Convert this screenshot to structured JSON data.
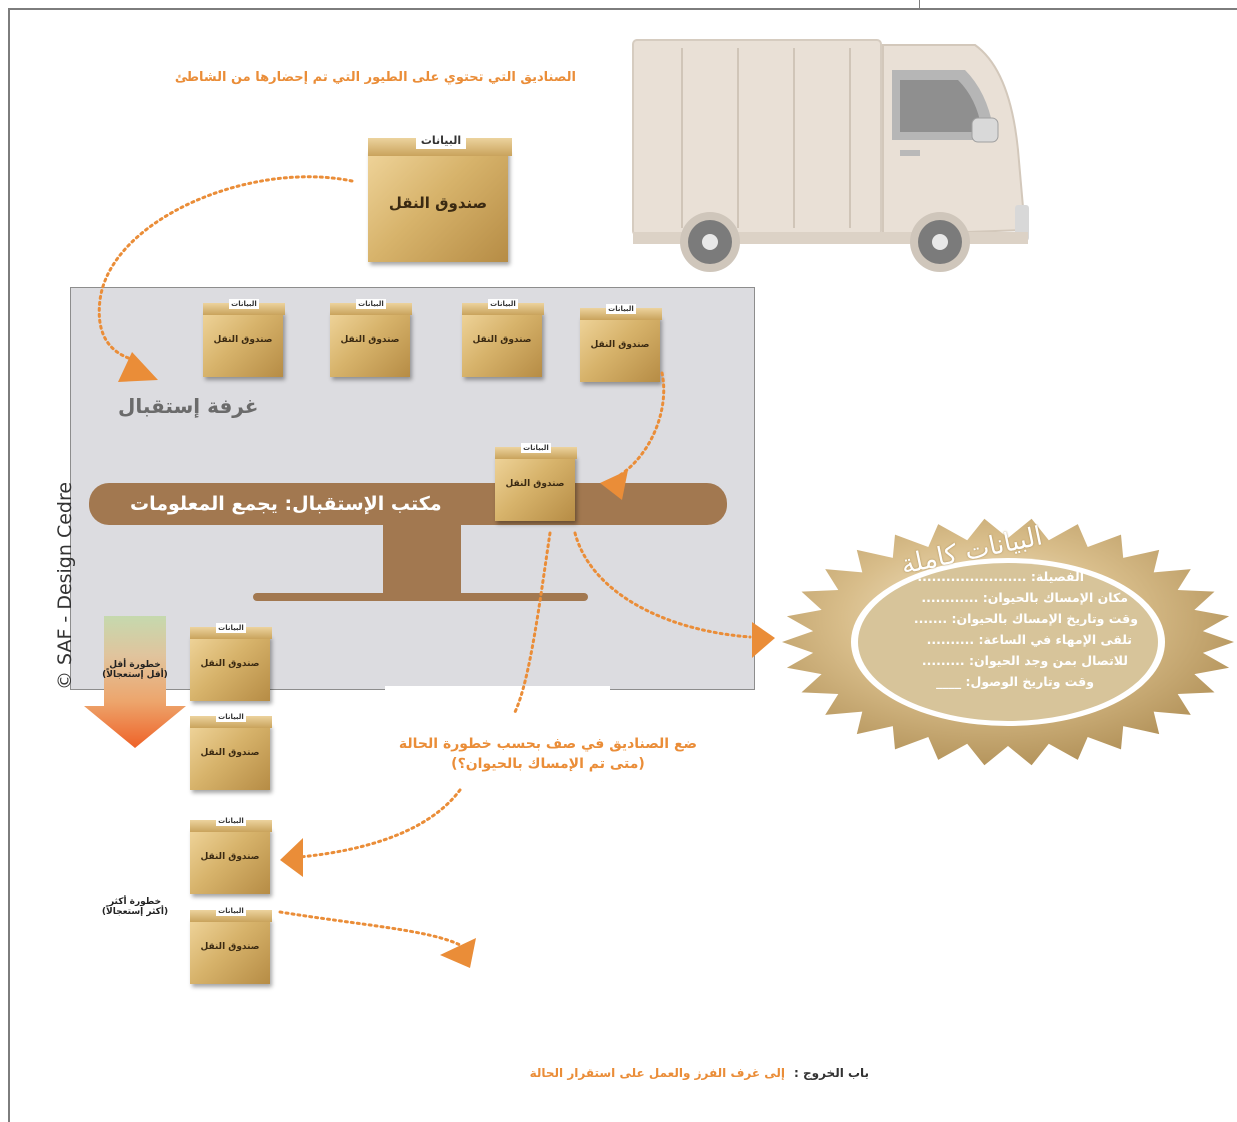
{
  "title": "الصناديق التي تحتوي على الطيور التي تم إحضارها من الشاطئ",
  "box_label": "صندوق النقل",
  "box_tag": "البيانات",
  "reception_room": "غرفة إستقبال",
  "reception_desk": "مكتب الإستقبال: يجمع المعلومات",
  "sort_note_line1": "ضع الصناديق في صف بحسب خطورة الحالة",
  "sort_note_line2": "(متى تم الإمساك بالحيوان؟)",
  "low_risk_line1": "خطورة أقل",
  "low_risk_line2": "(أقل إستعجالاً)",
  "high_risk_line1": "خطورة أكثر",
  "high_risk_line2": "(أكثر إستعجالاً)",
  "exit_label": "باب الخروج :",
  "exit_text": "إلى غرف الفرز والعمل على استقرار الحالة",
  "seal": {
    "title": "البيانات كاملة",
    "lines": [
      "الفصيلة: .......................",
      "مكان الإمساك بالحيوان: ............",
      "وقت وتاريخ الإمساك بالحيوان: .......",
      "تلقى الإمهاء في الساعة: ..........",
      "للاتصال بمن وجد الحيوان: .........",
      "وقت وتاريخ الوصول: ____"
    ]
  },
  "credit": "© SAF - Design Cedre",
  "colors": {
    "accent_orange": "#ea8d38",
    "desk_brown": "#a27850",
    "room_gray": "#dcdce0",
    "seal_gold": "#c8a86a"
  },
  "icons": [
    "truck-icon",
    "box-icon",
    "arrow-icon",
    "seal-badge-icon"
  ]
}
